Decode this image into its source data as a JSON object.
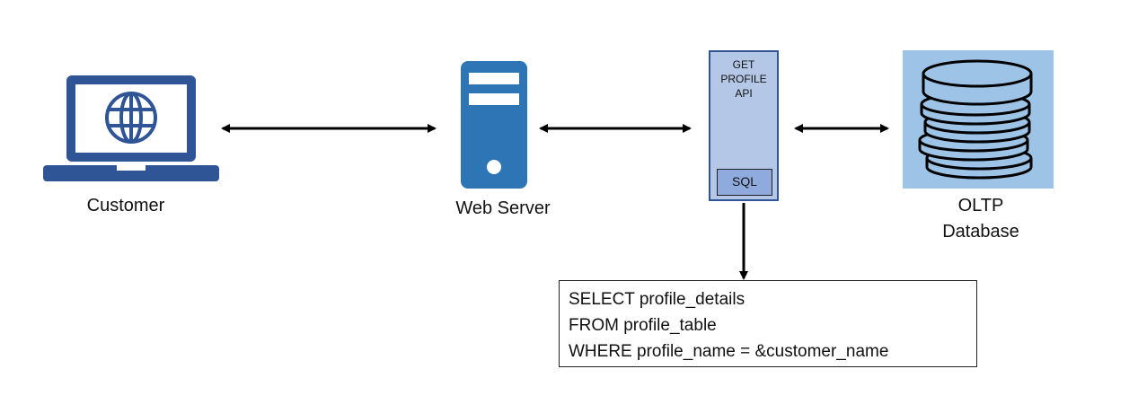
{
  "customer": {
    "label": "Customer",
    "icon": "laptop-globe-icon"
  },
  "web_server": {
    "label": "Web Server",
    "icon": "server-icon"
  },
  "api": {
    "title": "GET\nPROFILE\nAPI",
    "sql_label": "SQL"
  },
  "database": {
    "label_line1": "OLTP",
    "label_line2": "Database",
    "icon": "database-stack-icon"
  },
  "query": {
    "lines": [
      "SELECT profile_details",
      "FROM profile_table",
      "WHERE profile_name = &customer_name"
    ]
  },
  "colors": {
    "icon_blue": "#2e75b6",
    "laptop_blue": "#2f5597",
    "api_fill": "#b4c7e7",
    "sql_fill": "#8faadc",
    "db_bg": "#9dc3e6"
  }
}
